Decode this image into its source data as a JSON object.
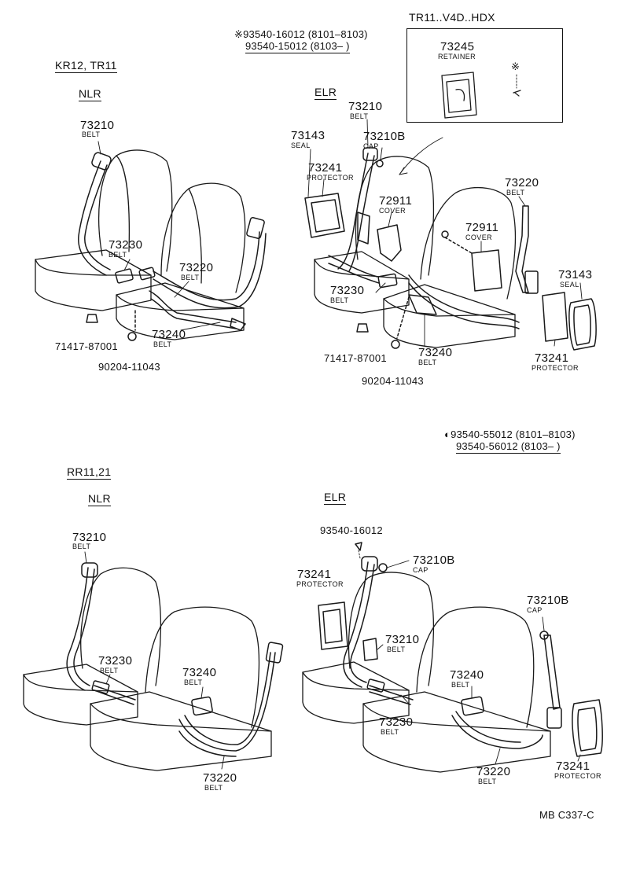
{
  "top_notes": {
    "line1_symbol": "※",
    "line1_text": "93540-16012 (8101–8103)",
    "line2_text": "93540-15012 (8103–        )",
    "inset_title": "TR11..V4D..HDX",
    "inset_part": "73245",
    "inset_part_name": "RETAINER",
    "inset_symbol": "※"
  },
  "sections": {
    "kr12": {
      "title": "KR12, TR11"
    },
    "nlr_top": {
      "title": "NLR"
    },
    "elr_top": {
      "title": "ELR"
    },
    "rr11": {
      "title": "RR11,21"
    },
    "nlr_bottom": {
      "title": "NLR"
    },
    "elr_bottom": {
      "title": "ELR"
    }
  },
  "mid_notes": {
    "line1_symbol": "◐",
    "line1_text": "93540-55012 (8101–8103)",
    "line2_text": "93540-56012 (8103–        )"
  },
  "callouts": {
    "q1_73210": {
      "num": "73210",
      "name": "BELT"
    },
    "q1_73230": {
      "num": "73230",
      "name": "BELT"
    },
    "q1_73220": {
      "num": "73220",
      "name": "BELT"
    },
    "q1_73240": {
      "num": "73240",
      "name": "BELT"
    },
    "q1_71417": {
      "num": "71417-87001"
    },
    "q1_90204": {
      "num": "90204-11043"
    },
    "q2_73210": {
      "num": "73210",
      "name": "BELT"
    },
    "q2_73143": {
      "num": "73143",
      "name": "SEAL"
    },
    "q2_73210b": {
      "num": "73210B",
      "name": "CAP"
    },
    "q2_73241": {
      "num": "73241",
      "name": "PROTECTOR"
    },
    "q2_72911a": {
      "num": "72911",
      "name": "COVER"
    },
    "q2_72911b": {
      "num": "72911",
      "name": "COVER"
    },
    "q2_73220": {
      "num": "73220",
      "name": "BELT"
    },
    "q2_73143b": {
      "num": "73143",
      "name": "SEAL"
    },
    "q2_73230": {
      "num": "73230",
      "name": "BELT"
    },
    "q2_73240": {
      "num": "73240",
      "name": "BELT"
    },
    "q2_73241b": {
      "num": "73241",
      "name": "PROTECTOR"
    },
    "q2_71417": {
      "num": "71417-87001"
    },
    "q2_90204": {
      "num": "90204-11043"
    },
    "q3_73210": {
      "num": "73210",
      "name": "BELT"
    },
    "q3_73230": {
      "num": "73230",
      "name": "BELT"
    },
    "q3_73240": {
      "num": "73240",
      "name": "BELT"
    },
    "q3_73220": {
      "num": "73220",
      "name": "BELT"
    },
    "q4_93540": {
      "num": "93540-16012"
    },
    "q4_73241": {
      "num": "73241",
      "name": "PROTECTOR"
    },
    "q4_73210b": {
      "num": "73210B",
      "name": "CAP"
    },
    "q4_73210": {
      "num": "73210",
      "name": "BELT"
    },
    "q4_73210b2": {
      "num": "73210B",
      "name": "CAP"
    },
    "q4_73240": {
      "num": "73240",
      "name": "BELT"
    },
    "q4_73230": {
      "num": "73230",
      "name": "BELT"
    },
    "q4_73220": {
      "num": "73220",
      "name": "BELT"
    },
    "q4_73241b": {
      "num": "73241",
      "name": "PROTECTOR"
    }
  },
  "footer": {
    "code": "MB C337-C"
  }
}
